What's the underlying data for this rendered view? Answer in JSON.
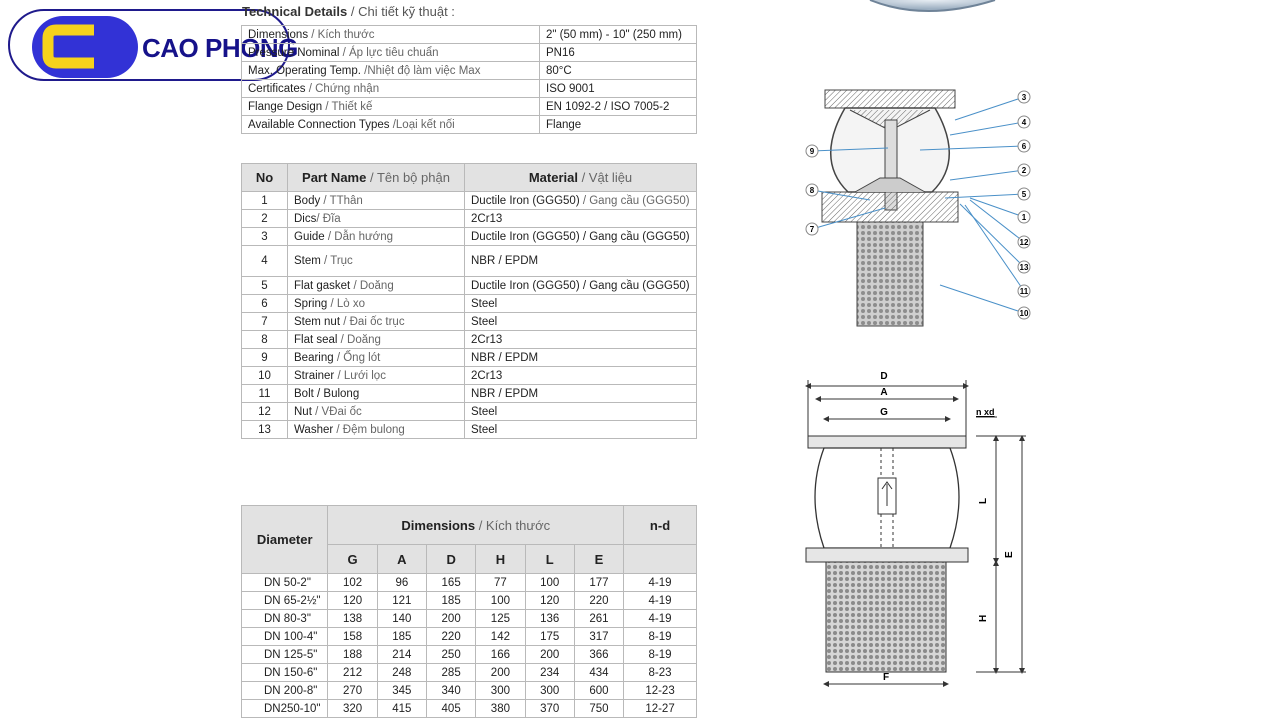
{
  "brand": {
    "name": "CAO PHONG"
  },
  "tech_details": {
    "title_en": "Technical Details",
    "title_vi": " / Chi tiết kỹ thuật :",
    "rows": [
      {
        "label_en": "Dimensions",
        "label_vi": " / Kích thước",
        "value": "2\" (50 mm) - 10\" (250 mm)"
      },
      {
        "label_en": "Pressure Nominal",
        "label_vi": " / Áp lực tiêu chuẩn",
        "value": "PN16"
      },
      {
        "label_en": "Max. Operating Temp.",
        "label_vi": " /Nhiệt độ làm việc Max",
        "value": "80°C"
      },
      {
        "label_en": "Certificates",
        "label_vi": " / Chứng nhận",
        "value": "ISO 9001"
      },
      {
        "label_en": "Flange Design",
        "label_vi": " / Thiết kế",
        "value": "EN 1092-2 / ISO 7005-2"
      },
      {
        "label_en": "Available Connection Types",
        "label_vi": " /Loại kết nối",
        "value": "Flange"
      }
    ]
  },
  "parts": {
    "headers": {
      "no": "No",
      "part_en": "Part Name",
      "part_vi": " / Tên bộ phận",
      "mat_en": "Material",
      "mat_vi": " / Vật liệu"
    },
    "rows": [
      {
        "no": "1",
        "name_en": "Body",
        "name_vi": " / TThân",
        "mat_en": "Ductile Iron (GGG50)",
        "mat_vi": " / Gang cầu  (GGG50)"
      },
      {
        "no": "2",
        "name_en": "Dics",
        "name_vi": "/ Đĩa",
        "mat_en": "2Cr13",
        "mat_vi": ""
      },
      {
        "no": "3",
        "name_en": "Guide",
        "name_vi": " / Dẫn hướng",
        "mat_en": "Ductile Iron (GGG50) / Gang cầu  (GGG50)",
        "mat_vi": ""
      },
      {
        "no": "4",
        "name_en": "Stem",
        "name_vi": " / Trục",
        "mat_en": "NBR / EPDM",
        "mat_vi": ""
      },
      {
        "no": "5",
        "name_en": "Flat gasket",
        "name_vi": " / Doăng",
        "mat_en": "Ductile Iron (GGG50) / Gang cầu  (GGG50)",
        "mat_vi": ""
      },
      {
        "no": "6",
        "name_en": "Spring",
        "name_vi": " / Lò xo",
        "mat_en": "Steel",
        "mat_vi": ""
      },
      {
        "no": "7",
        "name_en": "Stem nut",
        "name_vi": " / Đai ốc trục",
        "mat_en": "Steel",
        "mat_vi": ""
      },
      {
        "no": "8",
        "name_en": "Flat seal",
        "name_vi": " / Doăng",
        "mat_en": "2Cr13",
        "mat_vi": ""
      },
      {
        "no": "9",
        "name_en": "Bearing",
        "name_vi": " / Ống lót",
        "mat_en": "NBR / EPDM",
        "mat_vi": ""
      },
      {
        "no": "10",
        "name_en": "Strainer",
        "name_vi": " / Lưới lọc",
        "mat_en": "2Cr13",
        "mat_vi": ""
      },
      {
        "no": "11",
        "name_en": "Bolt / Bulong",
        "name_vi": "",
        "mat_en": "NBR / EPDM",
        "mat_vi": ""
      },
      {
        "no": "12",
        "name_en": "Nut",
        "name_vi": " / VĐai ốc",
        "mat_en": "Steel",
        "mat_vi": ""
      },
      {
        "no": "13",
        "name_en": "Washer",
        "name_vi": " / Đệm bulong",
        "mat_en": "Steel",
        "mat_vi": ""
      }
    ]
  },
  "dimensions": {
    "header_diameter": "Diameter",
    "header_dim_en": "Dimensions",
    "header_dim_vi": " / Kích thước",
    "header_nd": "n-d",
    "cols": [
      "G",
      "A",
      "D",
      "H",
      "L",
      "E"
    ],
    "rows": [
      {
        "d": "DN 50-2\"",
        "v": [
          "102",
          "96",
          "165",
          "77",
          "100",
          "177"
        ],
        "nd": "4-19"
      },
      {
        "d": "DN 65-2½\"",
        "v": [
          "120",
          "121",
          "185",
          "100",
          "120",
          "220"
        ],
        "nd": "4-19"
      },
      {
        "d": "DN 80-3\"",
        "v": [
          "138",
          "140",
          "200",
          "125",
          "136",
          "261"
        ],
        "nd": "4-19"
      },
      {
        "d": "DN 100-4\"",
        "v": [
          "158",
          "185",
          "220",
          "142",
          "175",
          "317"
        ],
        "nd": "8-19"
      },
      {
        "d": "DN 125-5\"",
        "v": [
          "188",
          "214",
          "250",
          "166",
          "200",
          "366"
        ],
        "nd": "8-19"
      },
      {
        "d": "DN 150-6\"",
        "v": [
          "212",
          "248",
          "285",
          "200",
          "234",
          "434"
        ],
        "nd": "8-23"
      },
      {
        "d": "DN 200-8\"",
        "v": [
          "270",
          "345",
          "340",
          "300",
          "300",
          "600"
        ],
        "nd": "12-23"
      },
      {
        "d": "DN250-10\"",
        "v": [
          "320",
          "415",
          "405",
          "380",
          "370",
          "750"
        ],
        "nd": "12-27"
      }
    ]
  },
  "diagram_callouts": [
    "3",
    "4",
    "9",
    "6",
    "2",
    "8",
    "5",
    "7",
    "1",
    "12",
    "13",
    "11",
    "10"
  ],
  "dimension_labels": {
    "D": "D",
    "A": "A",
    "G": "G",
    "nxd": "n xd",
    "L": "L",
    "E": "E",
    "H": "H",
    "F": "F"
  }
}
